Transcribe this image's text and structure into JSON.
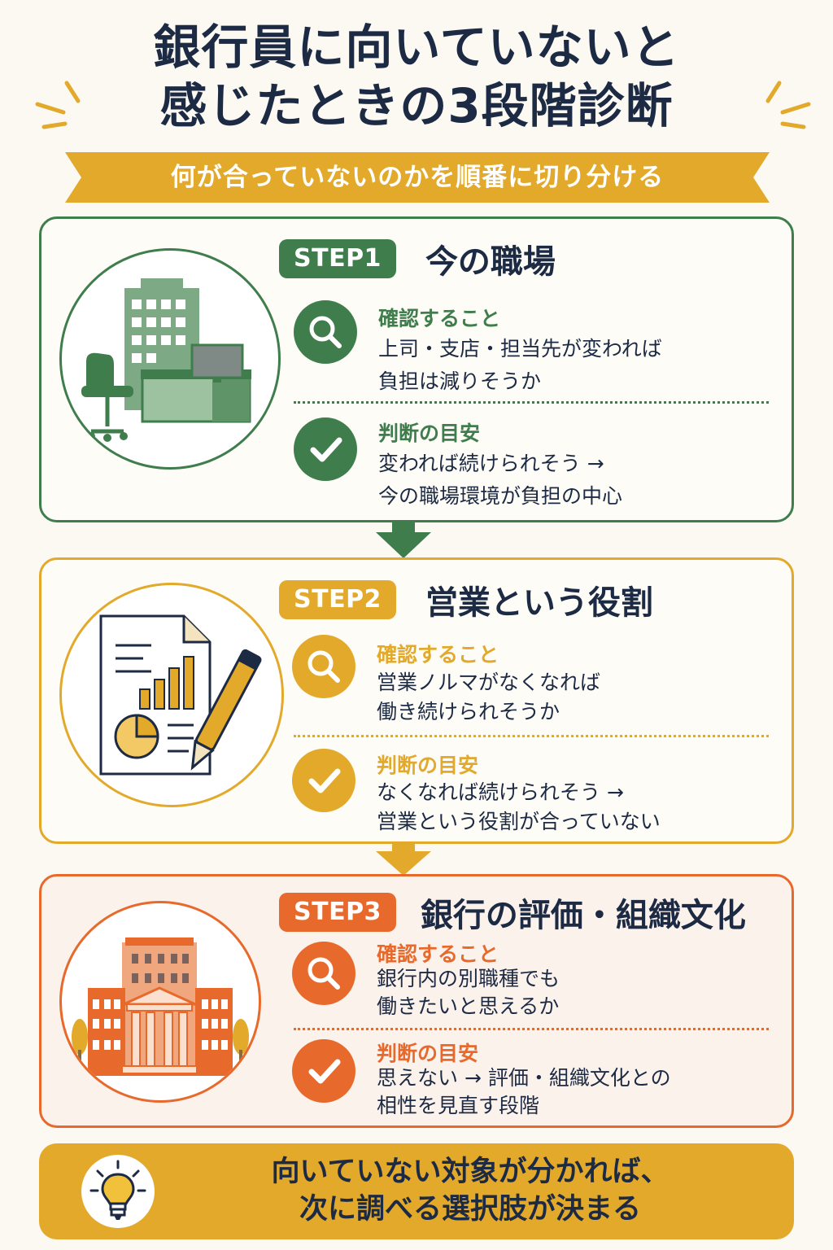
{
  "title": {
    "line1": "銀行員に向いていないと",
    "line2": "感じたときの3段階診断"
  },
  "subtitle": "何が合っていないのかを順番に切り分ける",
  "colors": {
    "green": "#3f7d4c",
    "yellow": "#e2a92b",
    "orange": "#e8692c",
    "navy": "#1d2a44"
  },
  "steps": [
    {
      "badge": "STEP1",
      "title": "今の職場",
      "image_icon": "office-building-desk-icon",
      "check_label": "確認すること",
      "check_lines": [
        "上司・支店・担当先が変われば",
        "負担は減りそうか"
      ],
      "judge_label": "判断の目安",
      "judge_lines": [
        "変われば続けられそう →",
        "今の職場環境が負担の中心"
      ]
    },
    {
      "badge": "STEP2",
      "title": "営業という役割",
      "image_icon": "sales-report-pen-icon",
      "check_label": "確認すること",
      "check_lines": [
        "営業ノルマがなくなれば",
        "働き続けられそうか"
      ],
      "judge_label": "判断の目安",
      "judge_lines": [
        "なくなれば続けられそう →",
        "営業という役割が合っていない"
      ]
    },
    {
      "badge": "STEP3",
      "title": "銀行の評価・組織文化",
      "image_icon": "bank-building-icon",
      "check_label": "確認すること",
      "check_lines": [
        "銀行内の別職種でも",
        "働きたいと思えるか"
      ],
      "judge_label": "判断の目安",
      "judge_lines": [
        "思えない → 評価・組織文化との",
        "相性を見直す段階"
      ]
    }
  ],
  "conclusion": {
    "line1": "向いていない対象が分かれば、",
    "line2": "次に調べる選択肢が決まる"
  }
}
